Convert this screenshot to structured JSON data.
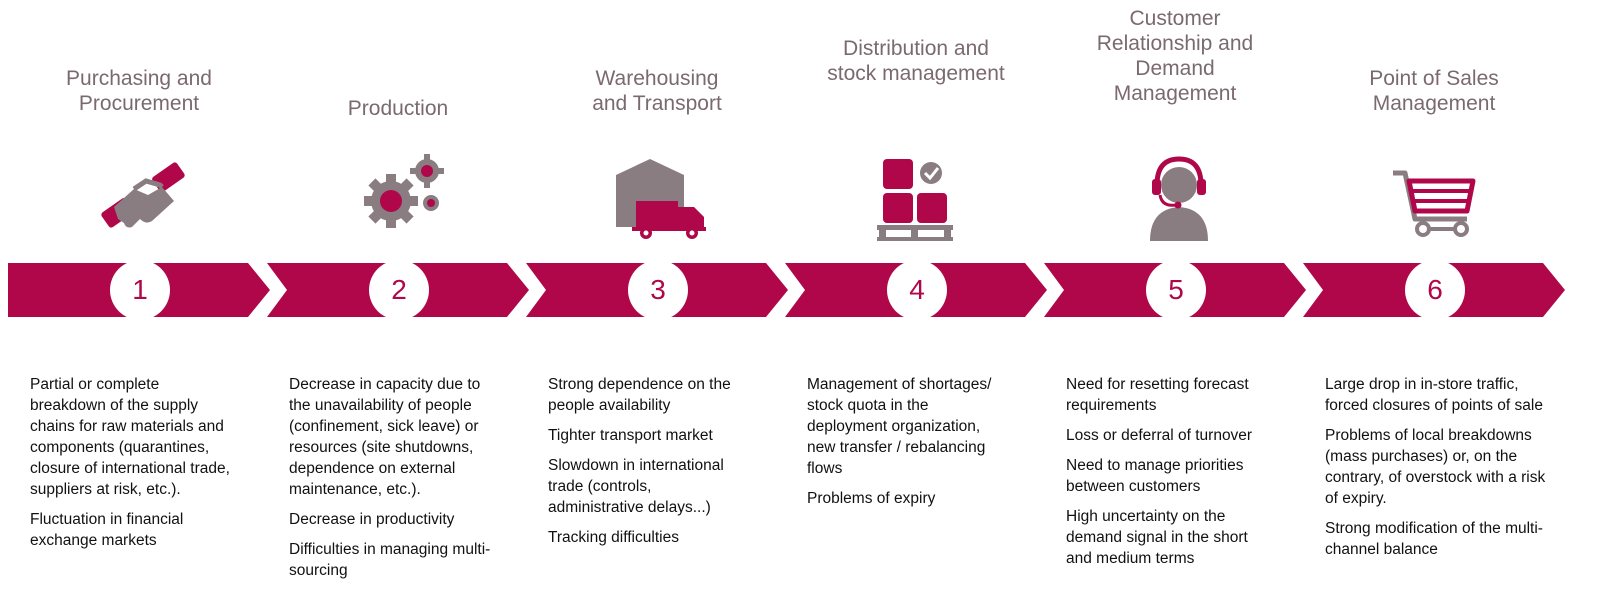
{
  "colors": {
    "accent": "#b0074a",
    "grey": "#8a7d82",
    "title": "#7a6a70"
  },
  "steps": [
    {
      "number": "1",
      "title": "Purchasing and\nProcurement",
      "icon": "handshake-icon",
      "descriptions": [
        "Partial or complete\nbreakdown of the supply\nchains for raw materials and\ncomponents (quarantines,\nclosure of international trade,\nsuppliers at risk, etc.).",
        "Fluctuation in financial\nexchange markets"
      ]
    },
    {
      "number": "2",
      "title": "Production",
      "icon": "gears-icon",
      "descriptions": [
        "Decrease in capacity due to\nthe unavailability of people\n(confinement, sick leave) or\nresources (site shutdowns,\ndependence on external\nmaintenance, etc.).",
        "Decrease in productivity",
        "Difficulties in managing multi-\nsourcing"
      ]
    },
    {
      "number": "3",
      "title": "Warehousing\nand Transport",
      "icon": "warehouse-truck-icon",
      "descriptions": [
        "Strong dependence on the\npeople availability",
        "Tighter transport market",
        "Slowdown in international\ntrade (controls,\nadministrative delays...)",
        "Tracking difficulties"
      ]
    },
    {
      "number": "4",
      "title": "Distribution and\nstock management",
      "icon": "pallet-boxes-icon",
      "descriptions": [
        "Management of shortages/\nstock quota in the\ndeployment organization,\nnew transfer / rebalancing\nflows",
        "Problems of expiry"
      ]
    },
    {
      "number": "5",
      "title": "Customer\nRelationship and\nDemand\nManagement",
      "icon": "headset-agent-icon",
      "descriptions": [
        "Need for resetting forecast\nrequirements",
        "Loss or deferral of turnover",
        "Need to manage priorities\nbetween customers",
        "High uncertainty on the\ndemand signal in the short\nand medium terms"
      ]
    },
    {
      "number": "6",
      "title": "Point of Sales\nManagement",
      "icon": "shopping-cart-icon",
      "descriptions": [
        "Large drop in in-store traffic,\nforced closures of points of sale",
        "Problems of local breakdowns\n(mass purchases) or, on the\ncontrary, of overstock with a risk\nof expiry.",
        "Strong modification of the multi-\nchannel balance"
      ]
    }
  ]
}
